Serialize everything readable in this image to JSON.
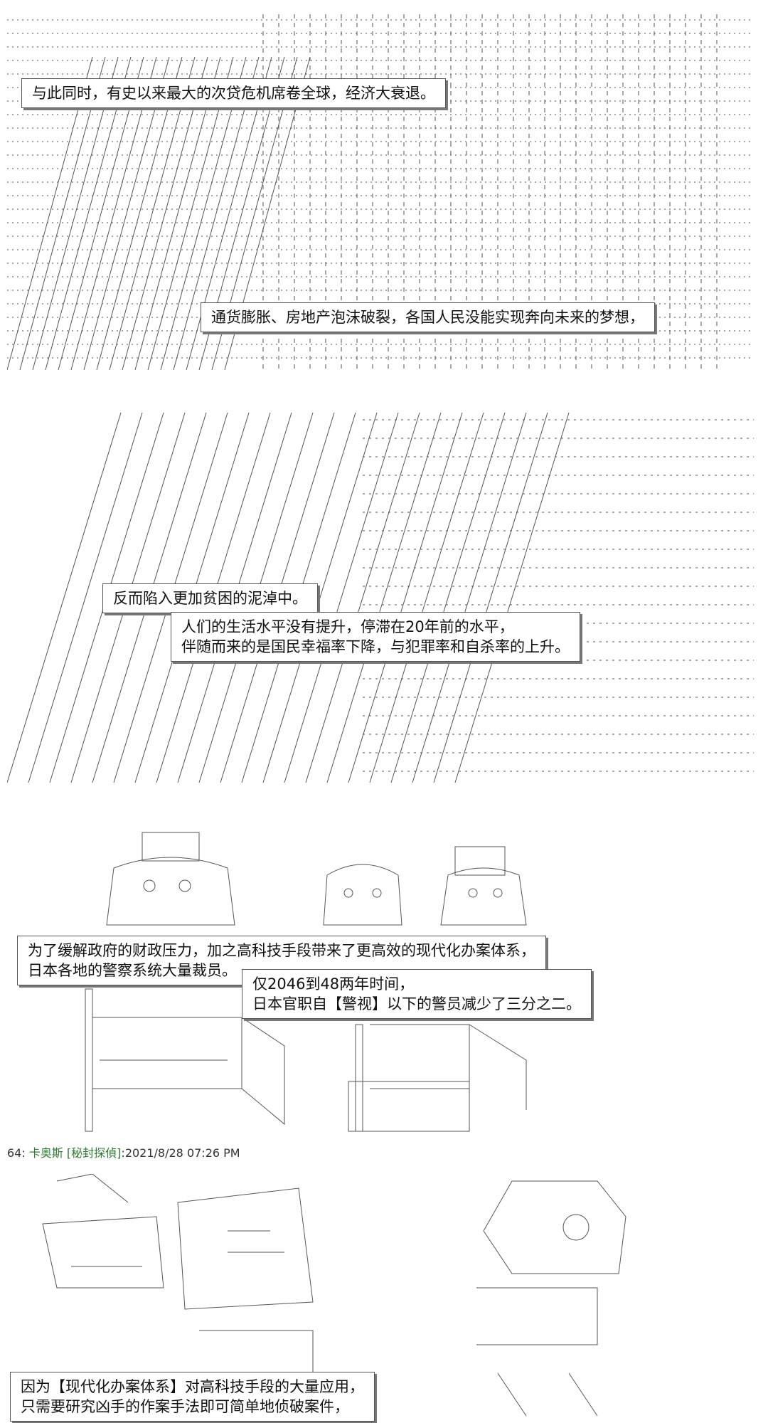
{
  "captions": {
    "c1": {
      "lines": [
        "与此同时，有史以来最大的次贷危机席卷全球，经济大衰退。"
      ]
    },
    "c2": {
      "lines": [
        "通货膨胀、房地产泡沫破裂，各国人民没能实现奔向未来的梦想，"
      ]
    },
    "c3": {
      "lines": [
        "反而陷入更加贫困的泥淖中。"
      ]
    },
    "c4": {
      "lines": [
        "人们的生活水平没有提升，停滞在20年前的水平，",
        "伴随而来的是国民幸福率下降，与犯罪率和自杀率的上升。"
      ]
    },
    "c5": {
      "lines": [
        "为了缓解政府的财政压力，加之高科技手段带来了更高效的现代化办案体系，",
        "日本各地的警察系统大量裁员。"
      ]
    },
    "c6": {
      "lines": [
        "仅2046到48两年时间，",
        "日本官职自【警视】以下的警员减少了三分之二。"
      ]
    },
    "c7": {
      "lines": [
        "因为【现代化办案体系】对高科技手段的大量应用，",
        "只需要研究凶手的作案手法即可简单地侦破案件，"
      ]
    }
  },
  "post": {
    "number": "64:",
    "name": "卡奥斯 [秘封探偵]",
    "date": ":2021/8/28 07:26 PM"
  },
  "art": {
    "panel1": "ascii-art-city-buildings",
    "panel2": "ascii-art-collapsed-street",
    "panel3": "ascii-art-police-officers",
    "panel4": "ascii-art-police-office-desks",
    "panel5": "ascii-art-detectives"
  }
}
